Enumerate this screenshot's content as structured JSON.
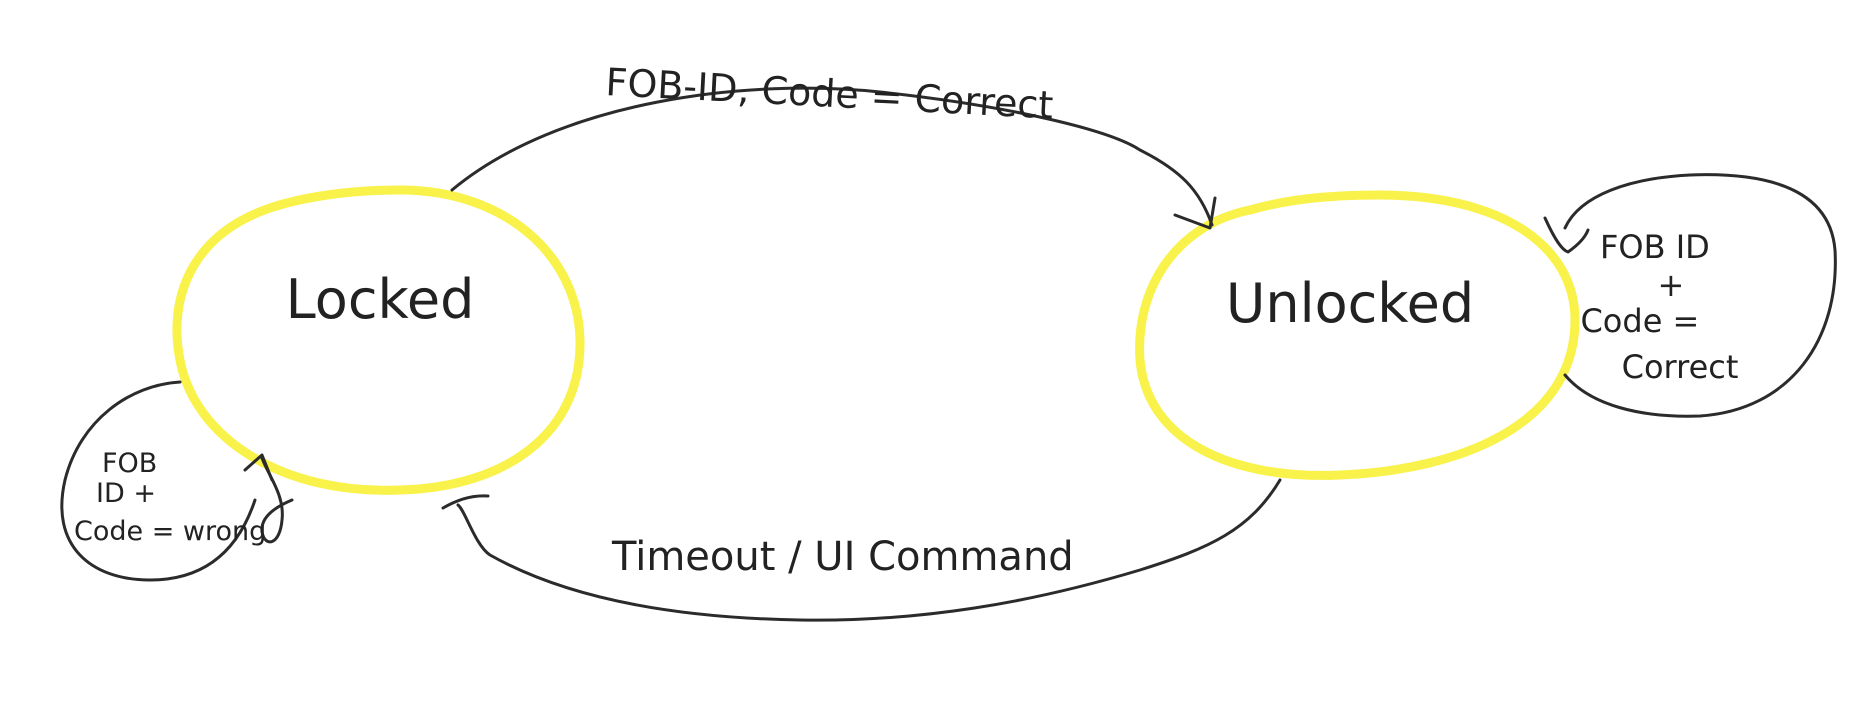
{
  "diagram": {
    "colors": {
      "state_outline": "#f8f24a",
      "ink": "#2b2b2b",
      "background": "#ffffff"
    },
    "states": [
      {
        "id": "locked",
        "name": "Locked"
      },
      {
        "id": "unlocked",
        "name": "Unlocked"
      }
    ],
    "transitions": [
      {
        "id": "lock-to-unlock",
        "from": "locked",
        "to": "unlocked",
        "label": "FOB-ID, Code = Correct"
      },
      {
        "id": "unlock-to-lock",
        "from": "unlocked",
        "to": "locked",
        "label": "Timeout / UI Command"
      },
      {
        "id": "unlocked-self",
        "from": "unlocked",
        "to": "unlocked",
        "label_lines": [
          "FOB ID",
          "+",
          "Code =",
          "Correct"
        ]
      },
      {
        "id": "locked-self",
        "from": "locked",
        "to": "locked",
        "label_lines": [
          "FOB",
          "ID +",
          "Code = wrong"
        ]
      }
    ]
  }
}
